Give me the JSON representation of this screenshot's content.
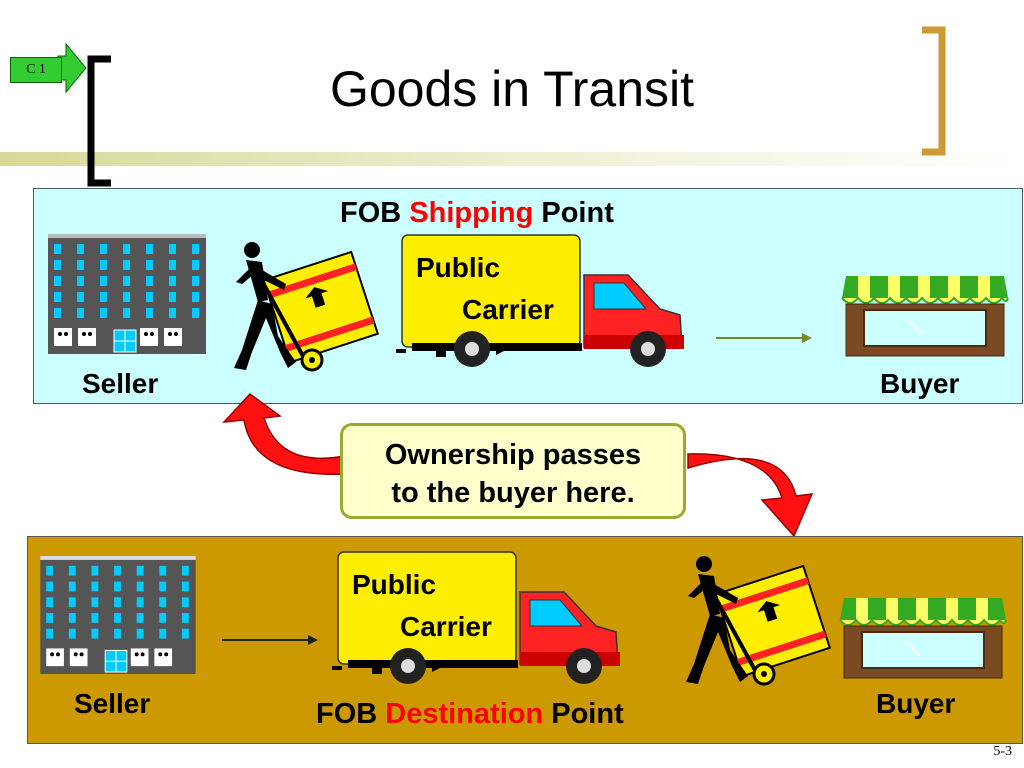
{
  "slide": {
    "title": "Goods in Transit",
    "badge": "C 1",
    "number": "5-3"
  },
  "shipping_panel": {
    "heading_prefix": "FOB",
    "heading_highlight": "Shipping",
    "heading_suffix": "Point",
    "carrier_line1": "Public",
    "carrier_line2": "Carrier",
    "seller_label": "Seller",
    "buyer_label": "Buyer"
  },
  "callout": {
    "line1": "Ownership passes",
    "line2": "to the buyer here."
  },
  "destination_panel": {
    "heading_prefix": "FOB",
    "heading_highlight": "Destination",
    "heading_suffix": "Point",
    "carrier_line1": "Public",
    "carrier_line2": "Carrier",
    "seller_label": "Seller",
    "buyer_label": "Buyer"
  },
  "colors": {
    "top_panel": "#ccffff",
    "bottom_panel": "#cc9900",
    "highlight": "#ff0000",
    "bracket": "#cc9933",
    "truck_box": "#ffee00",
    "truck_cab": "#ff2222"
  }
}
